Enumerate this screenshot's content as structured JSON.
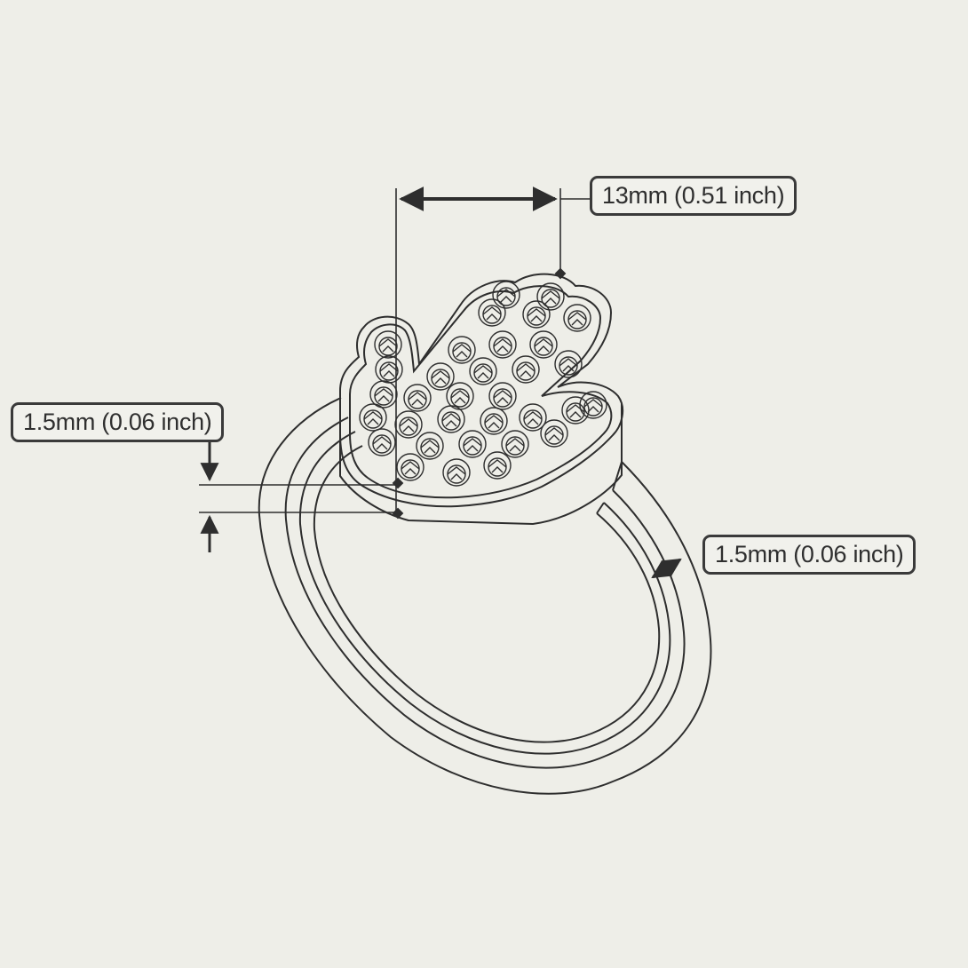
{
  "dimensions": {
    "top_width": "13mm (0.51 inch)",
    "top_height": "1.5mm (0.06 inch)",
    "band_width": "1.5mm (0.06 inch)"
  },
  "colors": {
    "background": "#eeeee8",
    "line": "#2e2e2e",
    "label_border": "#3a3a3a"
  },
  "icons": {
    "stones": "gem-icon",
    "arrows": "dimension-arrow-icon"
  }
}
